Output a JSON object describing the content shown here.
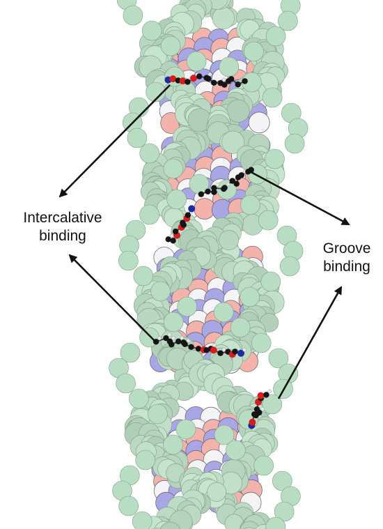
{
  "labels": {
    "intercalative": {
      "line1": "Intercalative",
      "line2": "binding"
    },
    "groove": {
      "line1": "Groove",
      "line2": "binding"
    }
  },
  "colors": {
    "background": "#ffffff",
    "backbone": "#b9ddc3",
    "backbone_edge": "#7e9e86",
    "base_purple": "#a9a6e6",
    "base_pink": "#f3b3aa",
    "base_white": "#f4f4f6",
    "ligand_carbon": "#151515",
    "ligand_oxygen": "#d61e1e",
    "ligand_nitrogen": "#1c2aa6",
    "ligand_hydrogen": "#e8e8e8",
    "arrow": "#111111"
  }
}
